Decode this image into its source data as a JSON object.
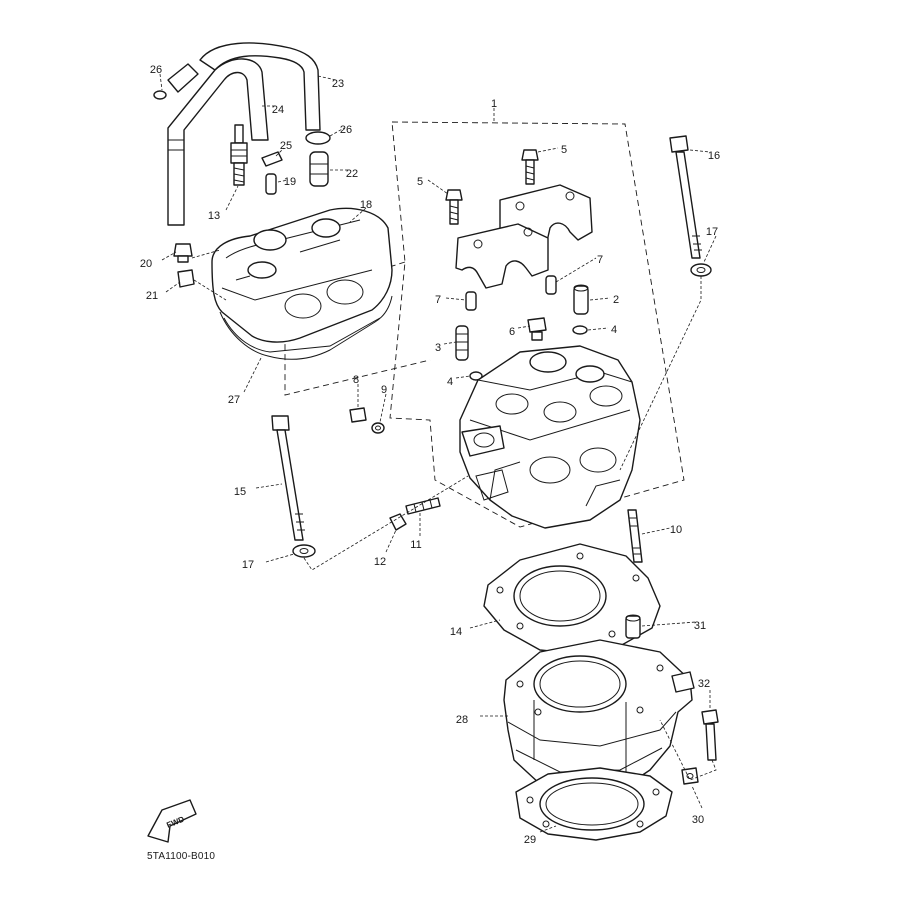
{
  "diagram": {
    "callouts": [
      {
        "id": "1",
        "text": "1"
      },
      {
        "id": "2",
        "text": "2"
      },
      {
        "id": "3",
        "text": "3"
      },
      {
        "id": "4a",
        "text": "4"
      },
      {
        "id": "4b",
        "text": "4"
      },
      {
        "id": "5a",
        "text": "5"
      },
      {
        "id": "5b",
        "text": "5"
      },
      {
        "id": "6",
        "text": "6"
      },
      {
        "id": "7a",
        "text": "7"
      },
      {
        "id": "7b",
        "text": "7"
      },
      {
        "id": "8",
        "text": "8"
      },
      {
        "id": "9",
        "text": "9"
      },
      {
        "id": "10",
        "text": "10"
      },
      {
        "id": "11",
        "text": "11"
      },
      {
        "id": "12",
        "text": "12"
      },
      {
        "id": "13",
        "text": "13"
      },
      {
        "id": "14",
        "text": "14"
      },
      {
        "id": "15",
        "text": "15"
      },
      {
        "id": "16",
        "text": "16"
      },
      {
        "id": "17a",
        "text": "17"
      },
      {
        "id": "17b",
        "text": "17"
      },
      {
        "id": "18",
        "text": "18"
      },
      {
        "id": "19",
        "text": "19"
      },
      {
        "id": "20",
        "text": "20"
      },
      {
        "id": "21",
        "text": "21"
      },
      {
        "id": "22",
        "text": "22"
      },
      {
        "id": "23",
        "text": "23"
      },
      {
        "id": "24",
        "text": "24"
      },
      {
        "id": "25",
        "text": "25"
      },
      {
        "id": "26a",
        "text": "26"
      },
      {
        "id": "26b",
        "text": "26"
      },
      {
        "id": "27",
        "text": "27"
      },
      {
        "id": "28",
        "text": "28"
      },
      {
        "id": "29",
        "text": "29"
      },
      {
        "id": "30",
        "text": "30"
      },
      {
        "id": "31",
        "text": "31"
      },
      {
        "id": "32",
        "text": "32"
      }
    ],
    "fwd_label": "FWD",
    "drawing_code": "5TA1100-B010"
  },
  "colors": {
    "line": "#1a1a1a",
    "background": "#ffffff"
  }
}
